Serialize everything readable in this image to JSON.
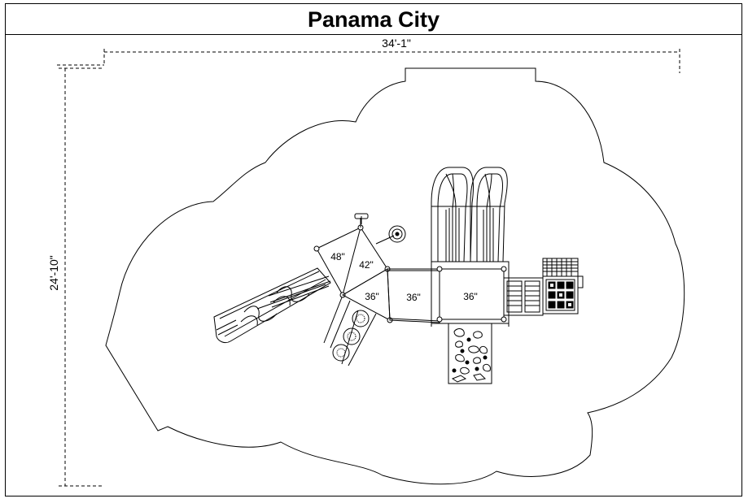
{
  "title": "Panama City",
  "dimensions": {
    "width": "34'-1\"",
    "depth": "24'-10\""
  },
  "deck_heights": {
    "upper_left": "48\"",
    "upper_right": "42\"",
    "lower_triangle": "36\"",
    "center_bridge": "36\"",
    "main_deck": "36\""
  },
  "colors": {
    "line": "#000000",
    "background": "#ffffff"
  }
}
